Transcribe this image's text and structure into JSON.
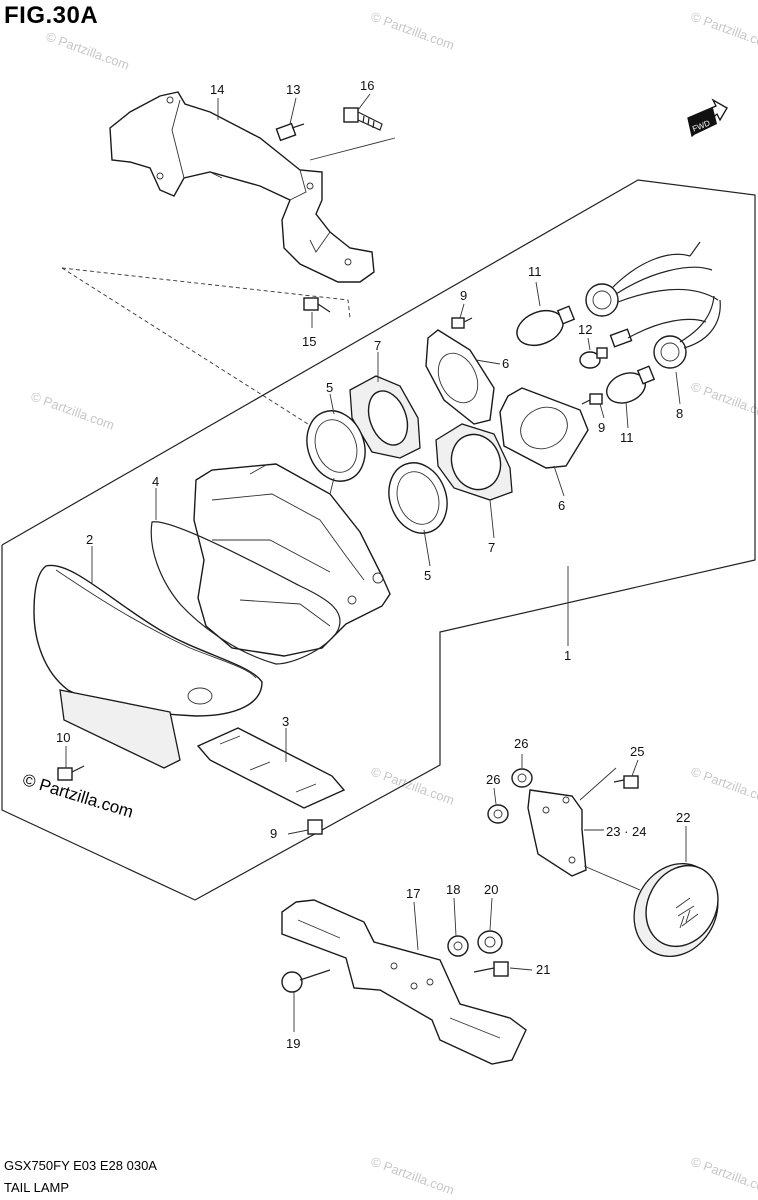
{
  "figure": {
    "title": "FIG.30A"
  },
  "footer": {
    "model_code": "GSX750FY E03 E28  030A",
    "section_name": "TAIL LAMP"
  },
  "brand": {
    "logo_text": "© Partzilla.com",
    "watermark_text": "© Partzilla.com"
  },
  "direction_marker": {
    "text": "FWD"
  },
  "callouts": {
    "c1": "1",
    "c2": "2",
    "c3": "3",
    "c4": "4",
    "c5a": "5",
    "c5b": "5",
    "c6a": "6",
    "c6b": "6",
    "c7a": "7",
    "c7b": "7",
    "c8": "8",
    "c9a": "9",
    "c9b": "9",
    "c9c": "9",
    "c10": "10",
    "c11a": "11",
    "c11b": "11",
    "c12": "12",
    "c13": "13",
    "c14": "14",
    "c15": "15",
    "c16": "16",
    "c17": "17",
    "c18": "18",
    "c19": "19",
    "c20": "20",
    "c21": "21",
    "c22": "22",
    "c2324": "23 · 24",
    "c25": "25",
    "c26a": "26",
    "c26b": "26"
  },
  "colors": {
    "line": "#222222",
    "watermark": "#c8c8c8"
  }
}
